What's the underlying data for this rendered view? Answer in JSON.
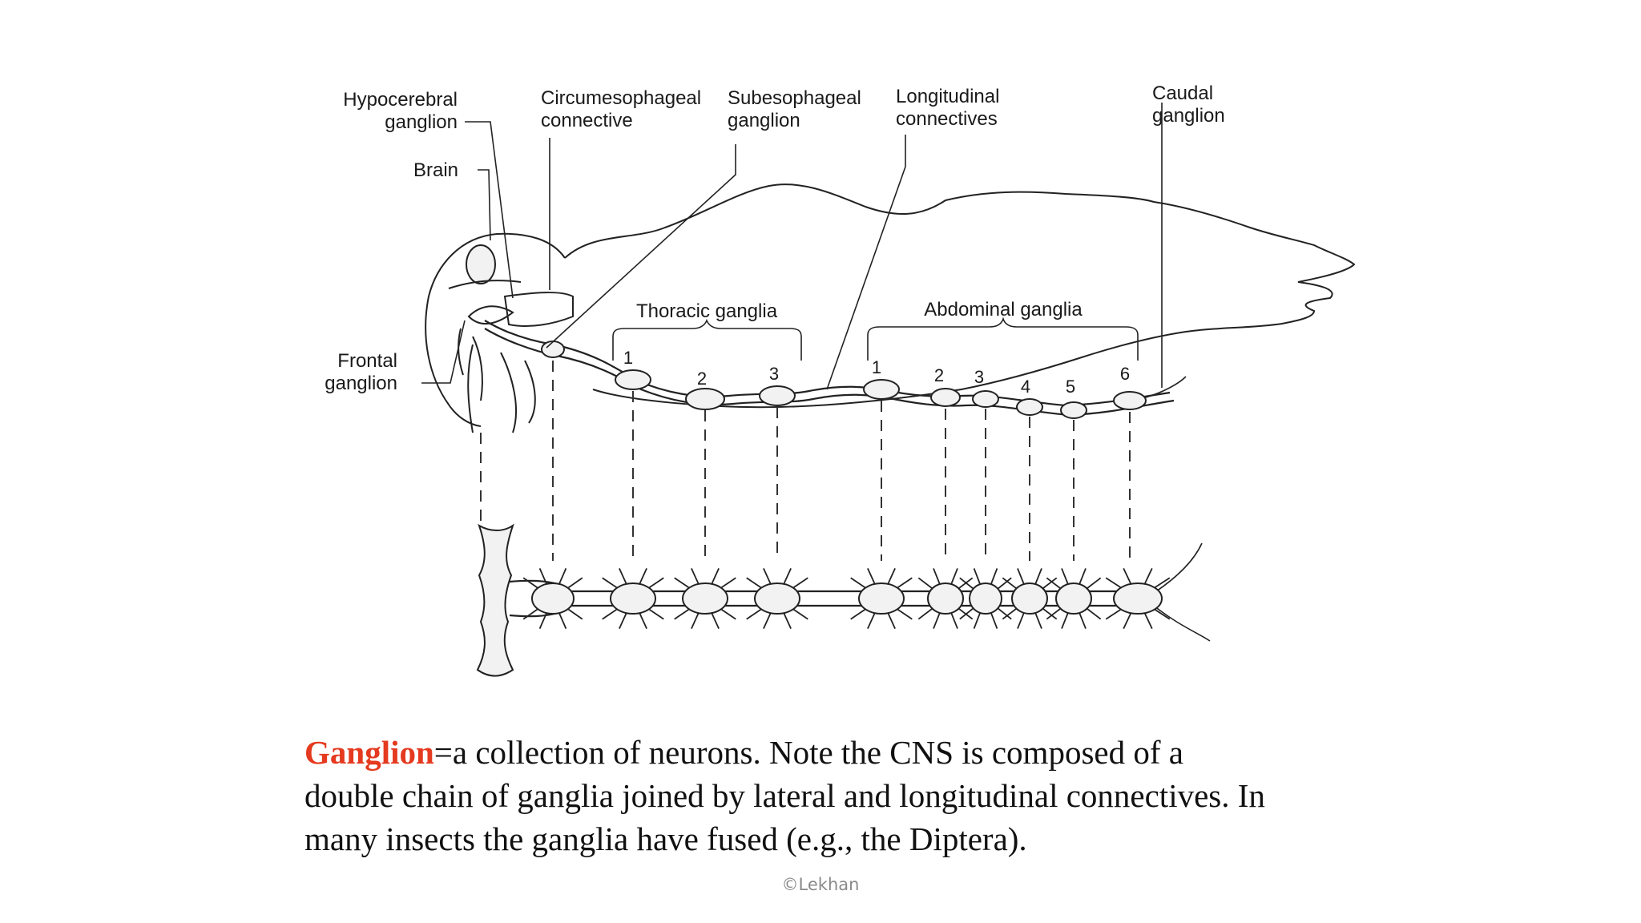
{
  "diagram": {
    "labels": {
      "hypocerebral_line1": "Hypocerebral",
      "hypocerebral_line2": "ganglion",
      "brain": "Brain",
      "circumesophageal_line1": "Circumesophageal",
      "circumesophageal_line2": "connective",
      "subesophageal_line1": "Subesophageal",
      "subesophageal_line2": "ganglion",
      "longitudinal_line1": "Longitudinal",
      "longitudinal_line2": "connectives",
      "caudal_line1": "Caudal",
      "caudal_line2": "ganglion",
      "frontal_line1": "Frontal",
      "frontal_line2": "ganglion",
      "thoracic": "Thoracic ganglia",
      "abdominal": "Abdominal ganglia"
    },
    "thoracic_numbers": [
      "1",
      "2",
      "3"
    ],
    "abdominal_numbers": [
      "1",
      "2",
      "3",
      "4",
      "5",
      "6"
    ]
  },
  "caption": {
    "term": "Ganglion",
    "text_line1": "=a collection of neurons. Note the CNS is composed of a",
    "text_line2": "double chain of ganglia joined by lateral and longitudinal connectives. In",
    "text_line3": "many insects the ganglia have fused (e.g., the Diptera)."
  },
  "credit": "©Lekhan",
  "colors": {
    "term": "#e53a1f",
    "text": "#111111",
    "credit": "#8a8a8a",
    "line": "#222222"
  }
}
